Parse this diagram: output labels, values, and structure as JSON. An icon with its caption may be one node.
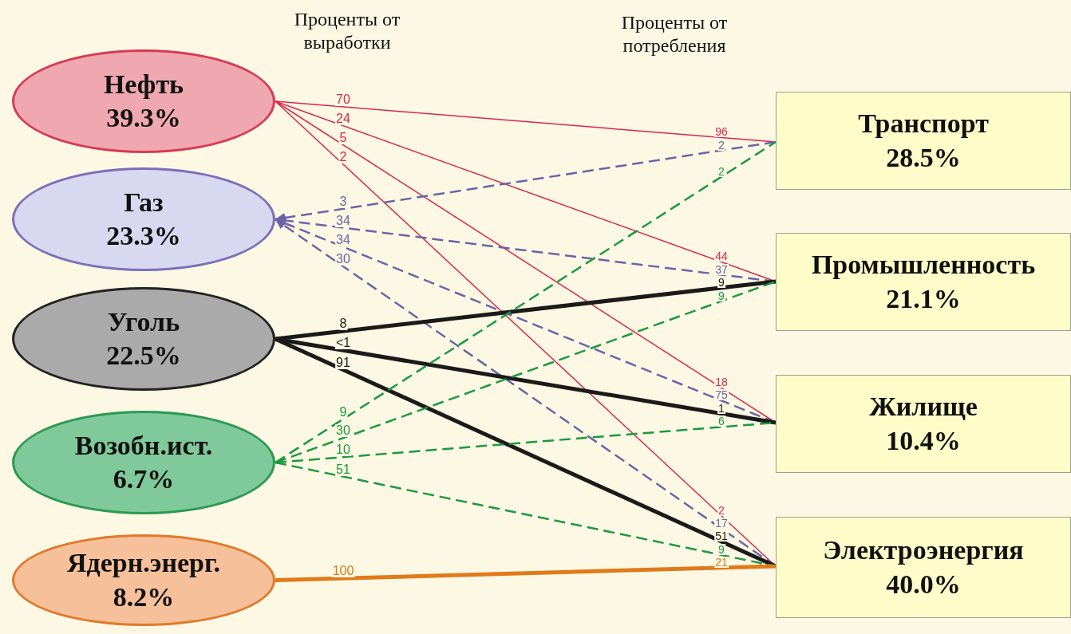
{
  "diagram": {
    "nodes": [
      {
        "text": [
          "Нефть",
          "39.3%"
        ]
      },
      {
        "text": [
          "Газ",
          "23.3%"
        ]
      },
      {
        "text": [
          "Уголь",
          "22.5%"
        ]
      },
      {
        "text": [
          "Возобн.ист.",
          "6.7%"
        ]
      },
      {
        "text": [
          "Ядерн.энерг.",
          "8.2%"
        ]
      },
      {
        "text": [
          "Транспорт",
          "28.5%"
        ]
      },
      {
        "text": [
          "Промышленность",
          "21.1%"
        ]
      },
      {
        "text": [
          "Жилище",
          "10.4%"
        ]
      },
      {
        "text": [
          "Электроэнергия",
          "40.0%"
        ]
      }
    ],
    "edges": [
      {
        "from": 0,
        "to": 5,
        "arrow": "none",
        "label": "70",
        "color": "#d8284a"
      },
      {
        "from": 0,
        "to": 6,
        "arrow": "none",
        "label": "24",
        "color": "#d8284a"
      },
      {
        "from": 0,
        "to": 7,
        "arrow": "none",
        "label": "5",
        "color": "#d8284a"
      },
      {
        "from": 0,
        "to": 8,
        "arrow": "none",
        "label": "2",
        "color": "#d8284a"
      },
      {
        "from": 5,
        "to": 1,
        "arrow": "to",
        "label": "3",
        "style": "dashed",
        "color": "#6a64a8"
      },
      {
        "from": 6,
        "to": 1,
        "arrow": "to",
        "label": "34",
        "style": "dashed",
        "color": "#6a64a8"
      },
      {
        "from": 7,
        "to": 1,
        "arrow": "to",
        "label": "34",
        "style": "dashed",
        "color": "#6a64a8"
      },
      {
        "from": 8,
        "to": 1,
        "arrow": "to",
        "label": "30",
        "style": "dashed",
        "color": "#6a64a8"
      },
      {
        "from": 2,
        "to": 6,
        "arrow": "none",
        "label": "8",
        "style": "thick",
        "color": "#1a1a1a"
      },
      {
        "from": 2,
        "to": 7,
        "arrow": "none",
        "label": "<1",
        "style": "thick",
        "color": "#1a1a1a"
      },
      {
        "from": 2,
        "to": 8,
        "arrow": "none",
        "label": "91",
        "style": "thick",
        "color": "#1a1a1a"
      },
      {
        "from": 3,
        "to": 5,
        "arrow": "none",
        "label": "9",
        "style": "dashed",
        "color": "#1a9a40"
      },
      {
        "from": 3,
        "to": 6,
        "arrow": "none",
        "label": "30",
        "style": "dashed",
        "color": "#1a9a40"
      },
      {
        "from": 3,
        "to": 7,
        "arrow": "none",
        "label": "10",
        "style": "dashed",
        "color": "#1a9a40"
      },
      {
        "from": 3,
        "to": 8,
        "arrow": "none",
        "label": "51",
        "style": "dashed",
        "color": "#1a9a40"
      },
      {
        "from": 4,
        "to": 8,
        "arrow": "none",
        "label": "100",
        "style": "thick",
        "color": "#e07a1a"
      }
    ],
    "labels": [
      "Проценты от выработки",
      "Проценты от потребления",
      "96",
      "44",
      "18",
      "2",
      "2",
      "37",
      "75",
      "17",
      "9",
      "1",
      "51",
      "2",
      "9",
      "6",
      "9",
      "21"
    ]
  }
}
